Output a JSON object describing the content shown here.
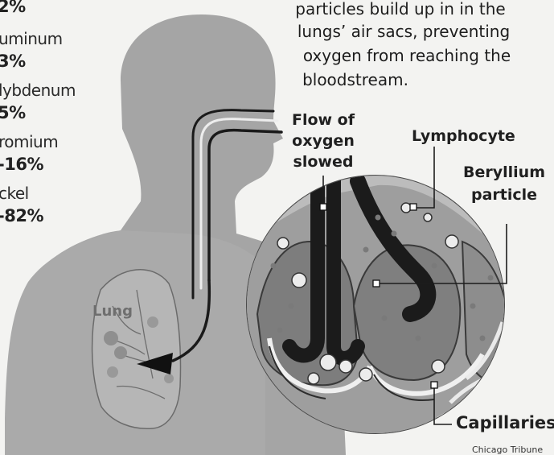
{
  "metals": [
    {
      "name": "",
      "percent": "2%"
    },
    {
      "name": "uminum",
      "percent": "3%"
    },
    {
      "name": "lybdenum",
      "percent": "5%"
    },
    {
      "name": "romium",
      "percent": "-16%"
    },
    {
      "name": "ckel",
      "percent": "-82%"
    }
  ],
  "caption": {
    "line1": "particles build up in in the",
    "line2": "lungs’ air sacs, preventing",
    "line3": "oxygen from reaching the",
    "line4": "bloodstream."
  },
  "labels": {
    "flow_line1": "Flow of",
    "flow_line2": "oxygen",
    "flow_line3": "slowed",
    "lymphocyte": "Lymphocyte",
    "beryllium_line1": "Beryllium",
    "beryllium_line2": "particle",
    "lung": "Lung",
    "capillaries": "Capillaries"
  },
  "credit": "Chicago Tribune",
  "colors": {
    "paper": "#f3f3f1",
    "silhouette": "#a9a9a9",
    "ink": "#1d1d1d"
  }
}
